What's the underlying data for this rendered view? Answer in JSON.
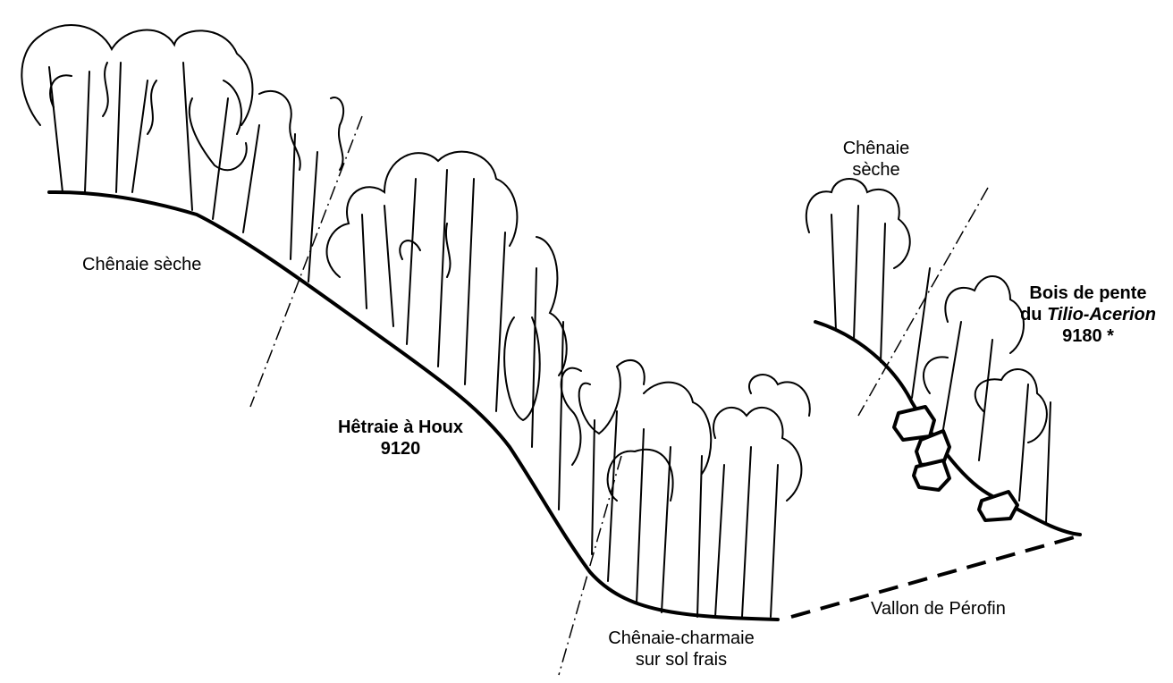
{
  "labels": {
    "chenaie_seche_left": "Chênaie sèche",
    "hetraie_line1": "Hêtraie à Houx",
    "hetraie_line2": "9120",
    "chenaie_charmaie_line1": "Chênaie-charmaie",
    "chenaie_charmaie_line2": "sur sol frais",
    "chenaie_seche_right_line1": "Chênaie",
    "chenaie_seche_right_line2": "sèche",
    "bois_line1": "Bois de pente",
    "bois_line2_prefix": "du ",
    "bois_line2_italic": "Tilio-Acerion",
    "bois_line3": "9180 *",
    "vallon": "Vallon de Pérofin"
  },
  "colors": {
    "ink": "#000000",
    "background": "#ffffff"
  }
}
